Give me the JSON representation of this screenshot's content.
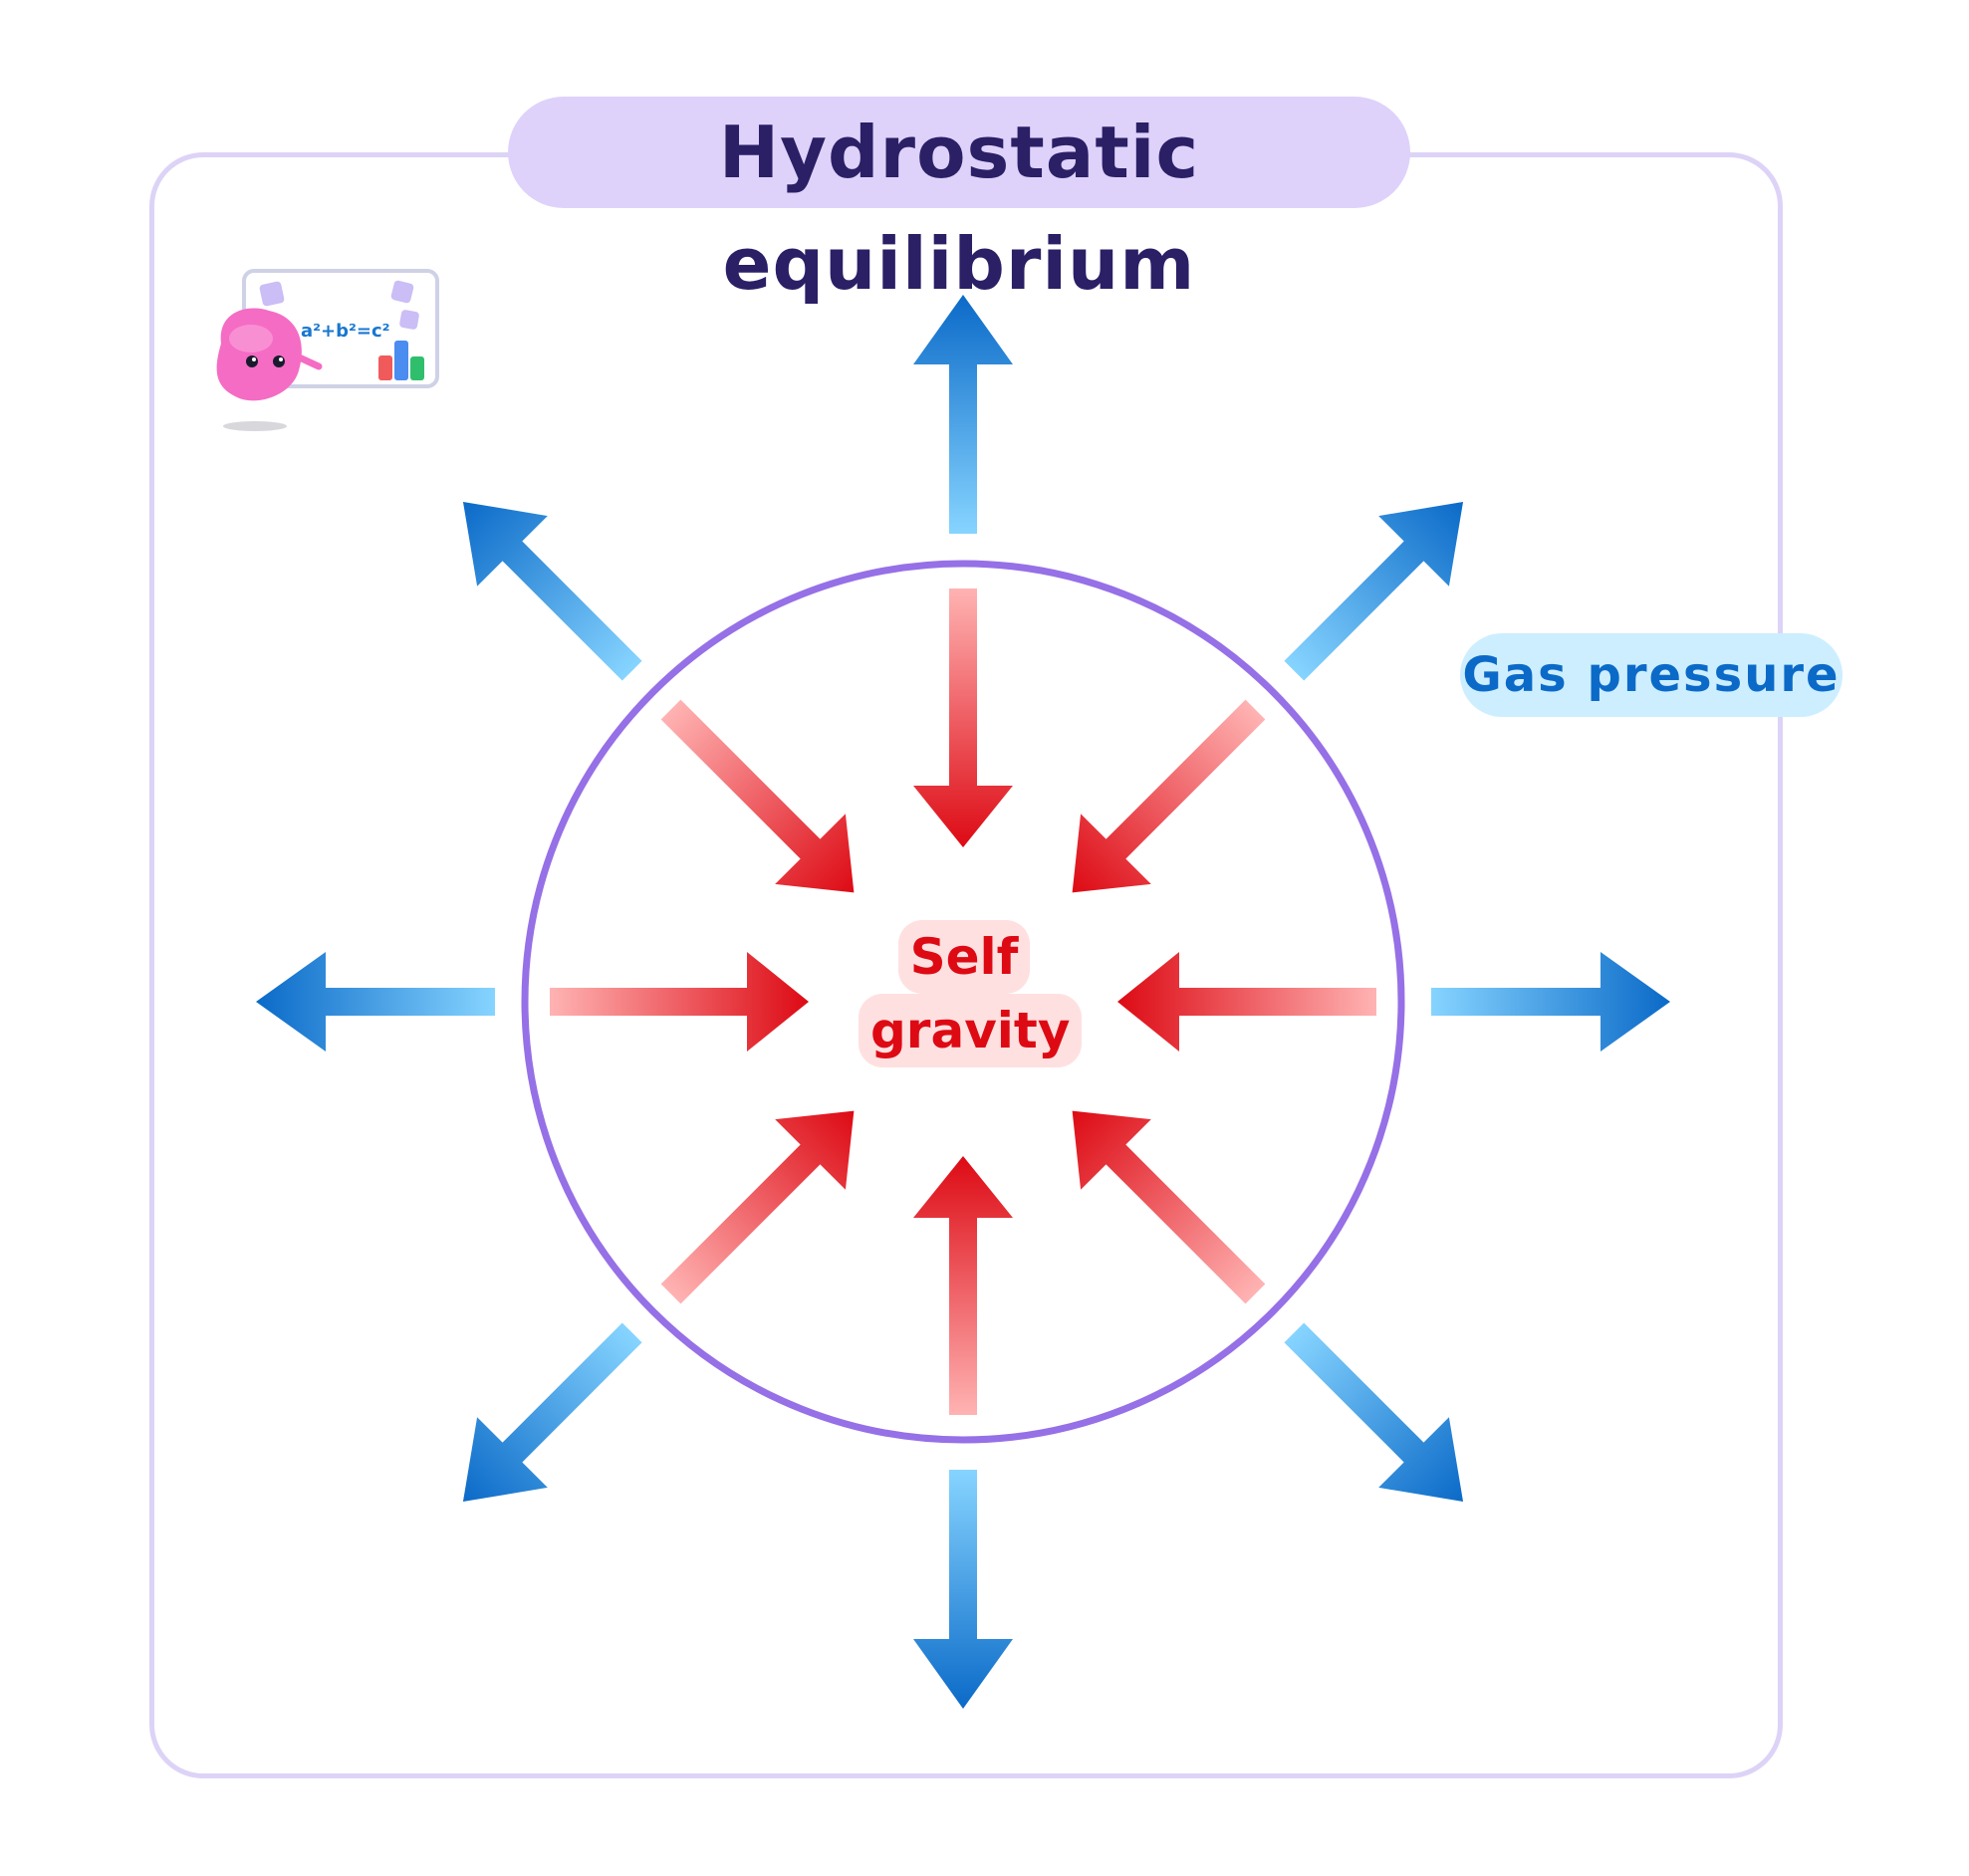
{
  "title": "Hydrostatic equilibrium",
  "labels": {
    "gas_pressure": "Gas pressure",
    "self_gravity_line1": "Self",
    "self_gravity_line2": "gravity"
  },
  "mascot": {
    "formula": "a²+b²=c²",
    "icon": "teacher-mascot-whiteboard-icon"
  },
  "arrow_groups": [
    {
      "name": "gas-pressure",
      "direction": "outward",
      "count": 8,
      "color_start": "#86d4ff",
      "color_end": "#0b6ac8"
    },
    {
      "name": "self-gravity",
      "direction": "inward",
      "count": 8,
      "color_start": "#ffb3b3",
      "color_end": "#dd0a14"
    }
  ],
  "colors": {
    "circle": "#9670e6",
    "frame": "#ddd3f7",
    "title_bg": "#ded2fb",
    "title_text": "#2b1f66"
  }
}
